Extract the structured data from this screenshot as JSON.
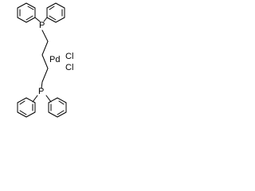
{
  "structure": {
    "atom_labels": {
      "phosphorus_top": "P",
      "phosphorus_bottom": "P",
      "palladium": "Pd",
      "chloride_1": "Cl",
      "chloride_2": "Cl"
    },
    "bond_color": "#000000",
    "background_color": "#ffffff"
  }
}
